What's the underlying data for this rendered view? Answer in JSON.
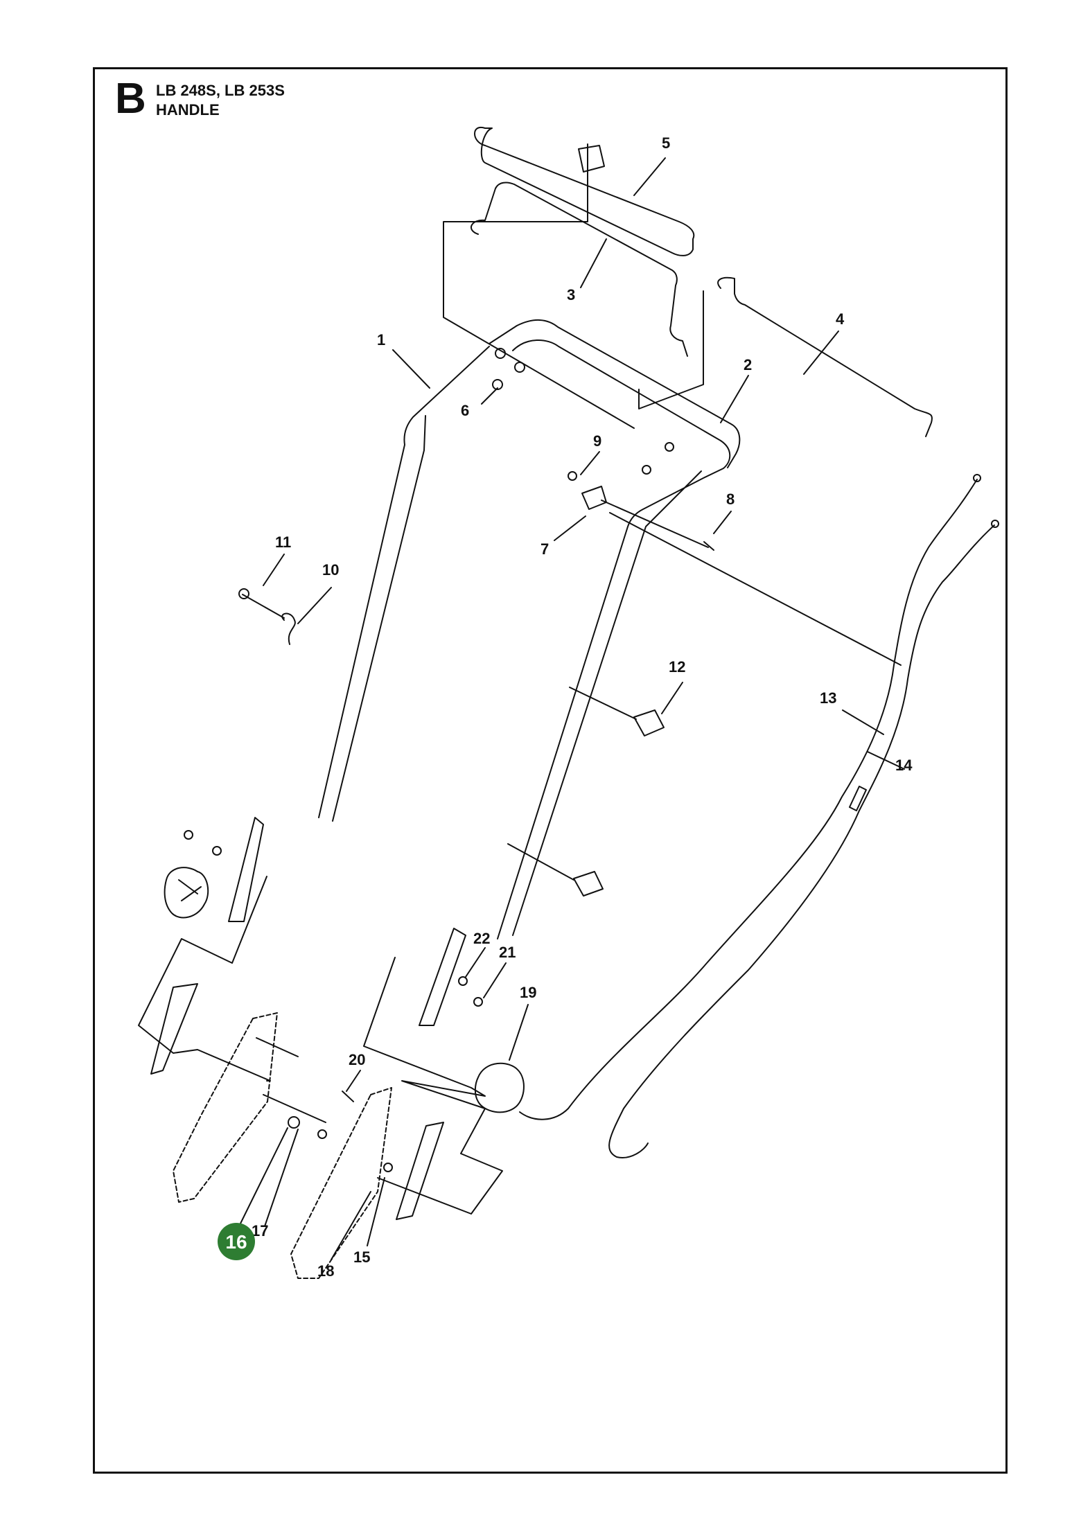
{
  "header": {
    "section_letter": "B",
    "model_line": "LB 248S, LB 253S",
    "assembly_name": "HANDLE"
  },
  "parts": [
    {
      "id": "1",
      "label": "1"
    },
    {
      "id": "2",
      "label": "2"
    },
    {
      "id": "3",
      "label": "3"
    },
    {
      "id": "4",
      "label": "4"
    },
    {
      "id": "5",
      "label": "5"
    },
    {
      "id": "6",
      "label": "6"
    },
    {
      "id": "7",
      "label": "7"
    },
    {
      "id": "8",
      "label": "8"
    },
    {
      "id": "9",
      "label": "9"
    },
    {
      "id": "10",
      "label": "10"
    },
    {
      "id": "11",
      "label": "11"
    },
    {
      "id": "12",
      "label": "12"
    },
    {
      "id": "13",
      "label": "13"
    },
    {
      "id": "14",
      "label": "14"
    },
    {
      "id": "15",
      "label": "15"
    },
    {
      "id": "16",
      "label": "16"
    },
    {
      "id": "17",
      "label": "17"
    },
    {
      "id": "18",
      "label": "18"
    },
    {
      "id": "19",
      "label": "19"
    },
    {
      "id": "20",
      "label": "20"
    },
    {
      "id": "21",
      "label": "21"
    },
    {
      "id": "22",
      "label": "22"
    }
  ],
  "highlighted_part": "16",
  "colors": {
    "highlight": "#2e7d32",
    "line": "#111111"
  }
}
